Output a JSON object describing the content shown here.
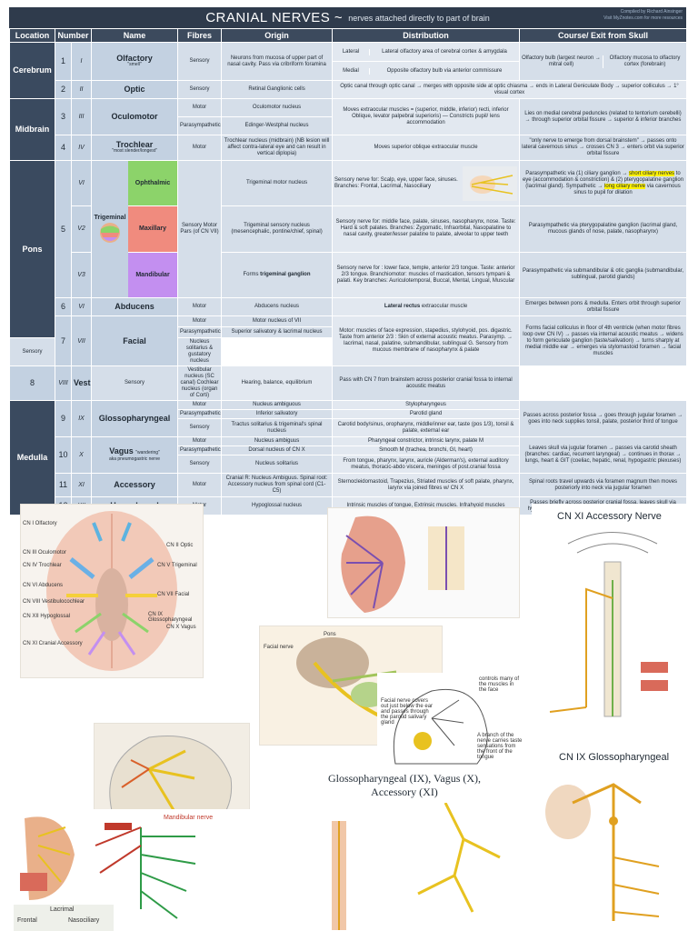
{
  "title": {
    "main": "CRANIAL NERVES ~",
    "sub": "nerves attached directly to part of brain"
  },
  "credits": [
    "Compiled by Richard Ainsinger",
    "Visit MyZnotes.com for more resources"
  ],
  "headers": [
    "Location",
    "Number",
    "Name",
    "Fibres",
    "Origin",
    "Distribution",
    "Course/ Exit from Skull"
  ],
  "locations": {
    "cerebrum": "Cerebrum",
    "midbrain": "Midbrain",
    "pons": "Pons",
    "medulla": "Medulla"
  },
  "nerves": {
    "n1": {
      "num": "1",
      "rom": "I",
      "name": "Olfactory",
      "sub": "\"smell\"",
      "fib": "Sensory",
      "origin": "Neurons from mucosa of upper part of nasal cavity. Pass via cribriform foramina",
      "d1a": "Lateral",
      "d1b": "Lateral olfactory area of cerebral cortex & amygdala",
      "d2a": "Medial",
      "d2b": "Opposite olfactory bulb via anterior commissure",
      "e1": "Olfactory bulb (largest neuron → mitral cell)",
      "e2": "Olfactory mucosa to olfactory cortex (forebrain)"
    },
    "n2": {
      "num": "2",
      "rom": "II",
      "name": "Optic",
      "fib": "Sensory",
      "origin": "Retinal Ganglionic cells",
      "dist": "Optic canal through optic canal → merges with opposite side at optic chiasma → ends in Lateral Geniculate Body → superior colliculus → 1° visual cortex"
    },
    "n3": {
      "num": "3",
      "rom": "III",
      "name": "Oculomotor",
      "f1": "Motor",
      "o1": "Oculomotor nucleus",
      "f2": "Parasympathetic",
      "o2": "Edinger-Westphal nucleus",
      "dist": "Moves extraocular muscles = (superior, middle, inferior) recti, inferior Oblique, levator palpebral superioris) — Constricts pupil/ lens accommodation",
      "exit": "Lies on medial cerebral peduncles (related to tentorium cerebelli) → through superior orbital fissure → superior & inferior branches"
    },
    "n4": {
      "num": "4",
      "rom": "IV",
      "name": "Trochlear",
      "sub": "\"most slender/longest\"",
      "fib": "Motor",
      "origin": "Trochlear nucleus (midbrain) (NB lesion will affect contra-lateral eye and can result in vertical diplopia)",
      "dist": "Moves superior oblique extraocular muscle",
      "exit": "\"only nerve to emerge from dorsal brainstem\" → passes onto lateral cavernous sinus → crosses CN 3 → enters orbit via superior orbital fissure"
    },
    "n5": {
      "num": "5",
      "rom_v1": "VI",
      "rom_v2": "V2",
      "rom_v3": "V3",
      "name": "Trigeminal",
      "fib": "Sensory Motor Pars (of CN VII)",
      "v1": {
        "label": "Ophthalmic",
        "origin": "Trigeminal motor nucleus",
        "dist": "Sensory nerve for: Scalp, eye, upper face, sinuses. Branches: Frontal, Lacrimal, Nasociliary",
        "exit_pre": "Parasympathetic via (1) ciliary ganglion →",
        "exit_hl1": "short ciliary nerves",
        "exit_mid": "to eye (accommodation & constriction) & (2) pterygopalatine ganglion (lacrimal gland). Sympathetic →",
        "exit_hl2": "long ciliary nerve",
        "exit_post": "via cavernous sinus to pupil for dilation"
      },
      "v2": {
        "label": "Maxillary",
        "origin": "Trigeminal sensory nucleus (mesencephalic, pontine/chief, spinal)",
        "dist": "Sensory nerve for: middle face, palate, sinuses, nasopharynx, nose. Taste: Hard & soft palates. Branches: Zygomatic, Infraorbital, Nasopalatine to nasal cavity, greater/lesser palatine to palate, alveolar to upper teeth",
        "exit": "Parasympathetic via pterygopalatine ganglion (lacrimal gland, mucous glands of nose, palate, nasopharynx)"
      },
      "v3": {
        "label": "Mandibular",
        "origin_pre": "Forms",
        "origin_b": "trigeminal ganglion",
        "dist": "Sensory nerve for : lower face, temple, anterior 2/3 tongue. Taste: anterior 2/3 tongue. Branchiomotor: muscles of mastication, tensors tympani & palati. Key branches: Auriculotemporal, Buccal, Mental, Lingual, Muscular",
        "exit": "Parasympathetic via submandibular & otic ganglia (submandibular, sublingual, parotid glands)"
      }
    },
    "n6": {
      "num": "6",
      "rom": "VI",
      "name": "Abducens",
      "fib": "Motor",
      "origin": "Abducens nucleus",
      "dist_b": "Lateral rectus",
      "dist": "extraocular muscle",
      "exit": "Emerges between pons & medulla. Enters orbit through superior orbital fissure"
    },
    "n7": {
      "num": "7",
      "rom": "VII",
      "name": "Facial",
      "f1": "Motor",
      "o1": "Motor nucleus of VII",
      "f2": "Parasympathetic",
      "o2": "Superior salivatory & lacrimal nucleus",
      "f3": "Sensory",
      "o3": "Nucleus solitarius & gustatory nucleus",
      "dist": "Motor: muscles of face expression, stapedius, stylohyoid, pos. digastric. Taste from anterior 2/3 : Skin of external acoustic meatus. Parasymp. → lacrimal, nasal, palatine, submandibular, sublingual G. Sensory from mucous membrane of nasopharynx & palate",
      "exit": "Forms facial colliculus in floor of 4th ventricle (when motor fibres loop over CN IV) → passes via internal acoustic meatus → widens to form geniculate ganglion (taste/salivation) → turns sharply at medial middle ear → emerges via stylomastoid foramen → facial muscles"
    },
    "n8": {
      "num": "8",
      "rom": "VIII",
      "name": "Vestibulocochlear",
      "fib": "Sensory",
      "origin": "Vestibular nucleus (SC canal) Cochlear nucleus (organ of Corti)",
      "dist": "Hearing, balance, equilibrium",
      "exit": "Pass with CN 7 from brainstem across posterior cranial fossa to internal acoustic meatus"
    },
    "n9": {
      "num": "9",
      "rom": "IX",
      "name": "Glossopharyngeal",
      "f1": "Motor",
      "o1": "Nucleus ambiguous",
      "d1": "Stylopharyngeus",
      "f2": "Parasympathetic",
      "o2": "Inferior salivatory",
      "d2": "Parotid gland",
      "f3": "Sensory",
      "o3": "Tractus solitarius & trigeminal's spinal nucleus",
      "d3": "Carotid body/sinus, oropharynx, middle/inner ear, taste (pos 1/3), tonsil & palate, external ear",
      "exit": "Passes across posterior fossa → goes through jugular foramen → goes into neck supplies tonsil, palate, posterior third of tongue"
    },
    "n10": {
      "num": "10",
      "rom": "X",
      "name": "Vagus",
      "sub": "\"wandering\"",
      "sub2": "aka pneumogastric nerve",
      "f1": "Motor",
      "o1": "Nucleus ambiguus",
      "d1": "Pharyngeal constrictor, intrinsic larynx, palate M",
      "f2": "Parasympathetic",
      "o2": "Dorsal nucleus of CN X",
      "d2": "Smooth M (trachea, bronchi, GI, heart)",
      "f3": "Sensory",
      "o3": "Nucleus solitarius",
      "d3": "From tongue, pharynx, larynx, auricle (Alderman's), external auditory meatus, thoracic-abdo viscera, meninges of post.cranial fossa",
      "exit": "Leaves skull via jugular foramen → passes via carotid sheath (branches: cardiac, recurrent laryngeal) → continues in thorax → lungs, heart & GIT (coeliac, hepatic, renal, hypogastric plexuses)"
    },
    "n11": {
      "num": "11",
      "rom": "XI",
      "name": "Accessory",
      "fib": "Motor",
      "origin": "Cranial R: Nucleus Ambiguus. Spinal root: Accessory nucleus from spinal cord (C1-C5)",
      "dist": "Sternocleidomastoid, Trapezius, Striated muscles of soft palate, pharynx, larynx via joined fibres w/ CN X",
      "exit": "Spinal roots travel upwards via foramen magnum then moves posteriorly into neck via jugular foramen"
    },
    "n12": {
      "num": "12",
      "rom": "XII",
      "name": "Hypoglossal",
      "fib": "Motor",
      "origin": "Hypoglossal nucleus",
      "dist": "Intrinsic muscles of tongue, Extrinsic muscles. Infrahyoid muscles",
      "exit": "Passes briefly across posterior cranial fossa, leaves skull via hypoglossal canal. Supplies tongue & most infrahyoid muscles"
    }
  },
  "images": {
    "brain_labels": [
      "CN I Olfactory",
      "CN II Optic",
      "CN III Oculomotor",
      "CN IV Trochlear",
      "CN V Trigeminal",
      "CN VI Abducens",
      "CN VII Facial",
      "CN VIII Vestibulocochlear",
      "CN IX Glossopharyngeal",
      "CN X Vagus",
      "CN XI Cranial Accessory",
      "CN XII Hypoglossal"
    ],
    "accessory_title": "CN XI Accessory Nerve",
    "glosso_title": "CN IX Glossopharyngeal",
    "gva_title": "Glossopharyngeal (IX), Vagus (X), Accessory (XI)",
    "facial_label": "Facial nerve",
    "pons_label": "Pons",
    "mandibular_label": "Mandibular nerve",
    "facial_note": "Facial nerve covers out just below the ear and passes through the parotid salivary gland",
    "facial_note2": "A branch of the nerve carries taste sensations from the front of the tongue",
    "facial_note3": "controls many of the muscles in the face",
    "lacrimal_label": "Lacrimal",
    "frontal_label": "Frontal",
    "nasociliary_label": "Nasociliary"
  }
}
